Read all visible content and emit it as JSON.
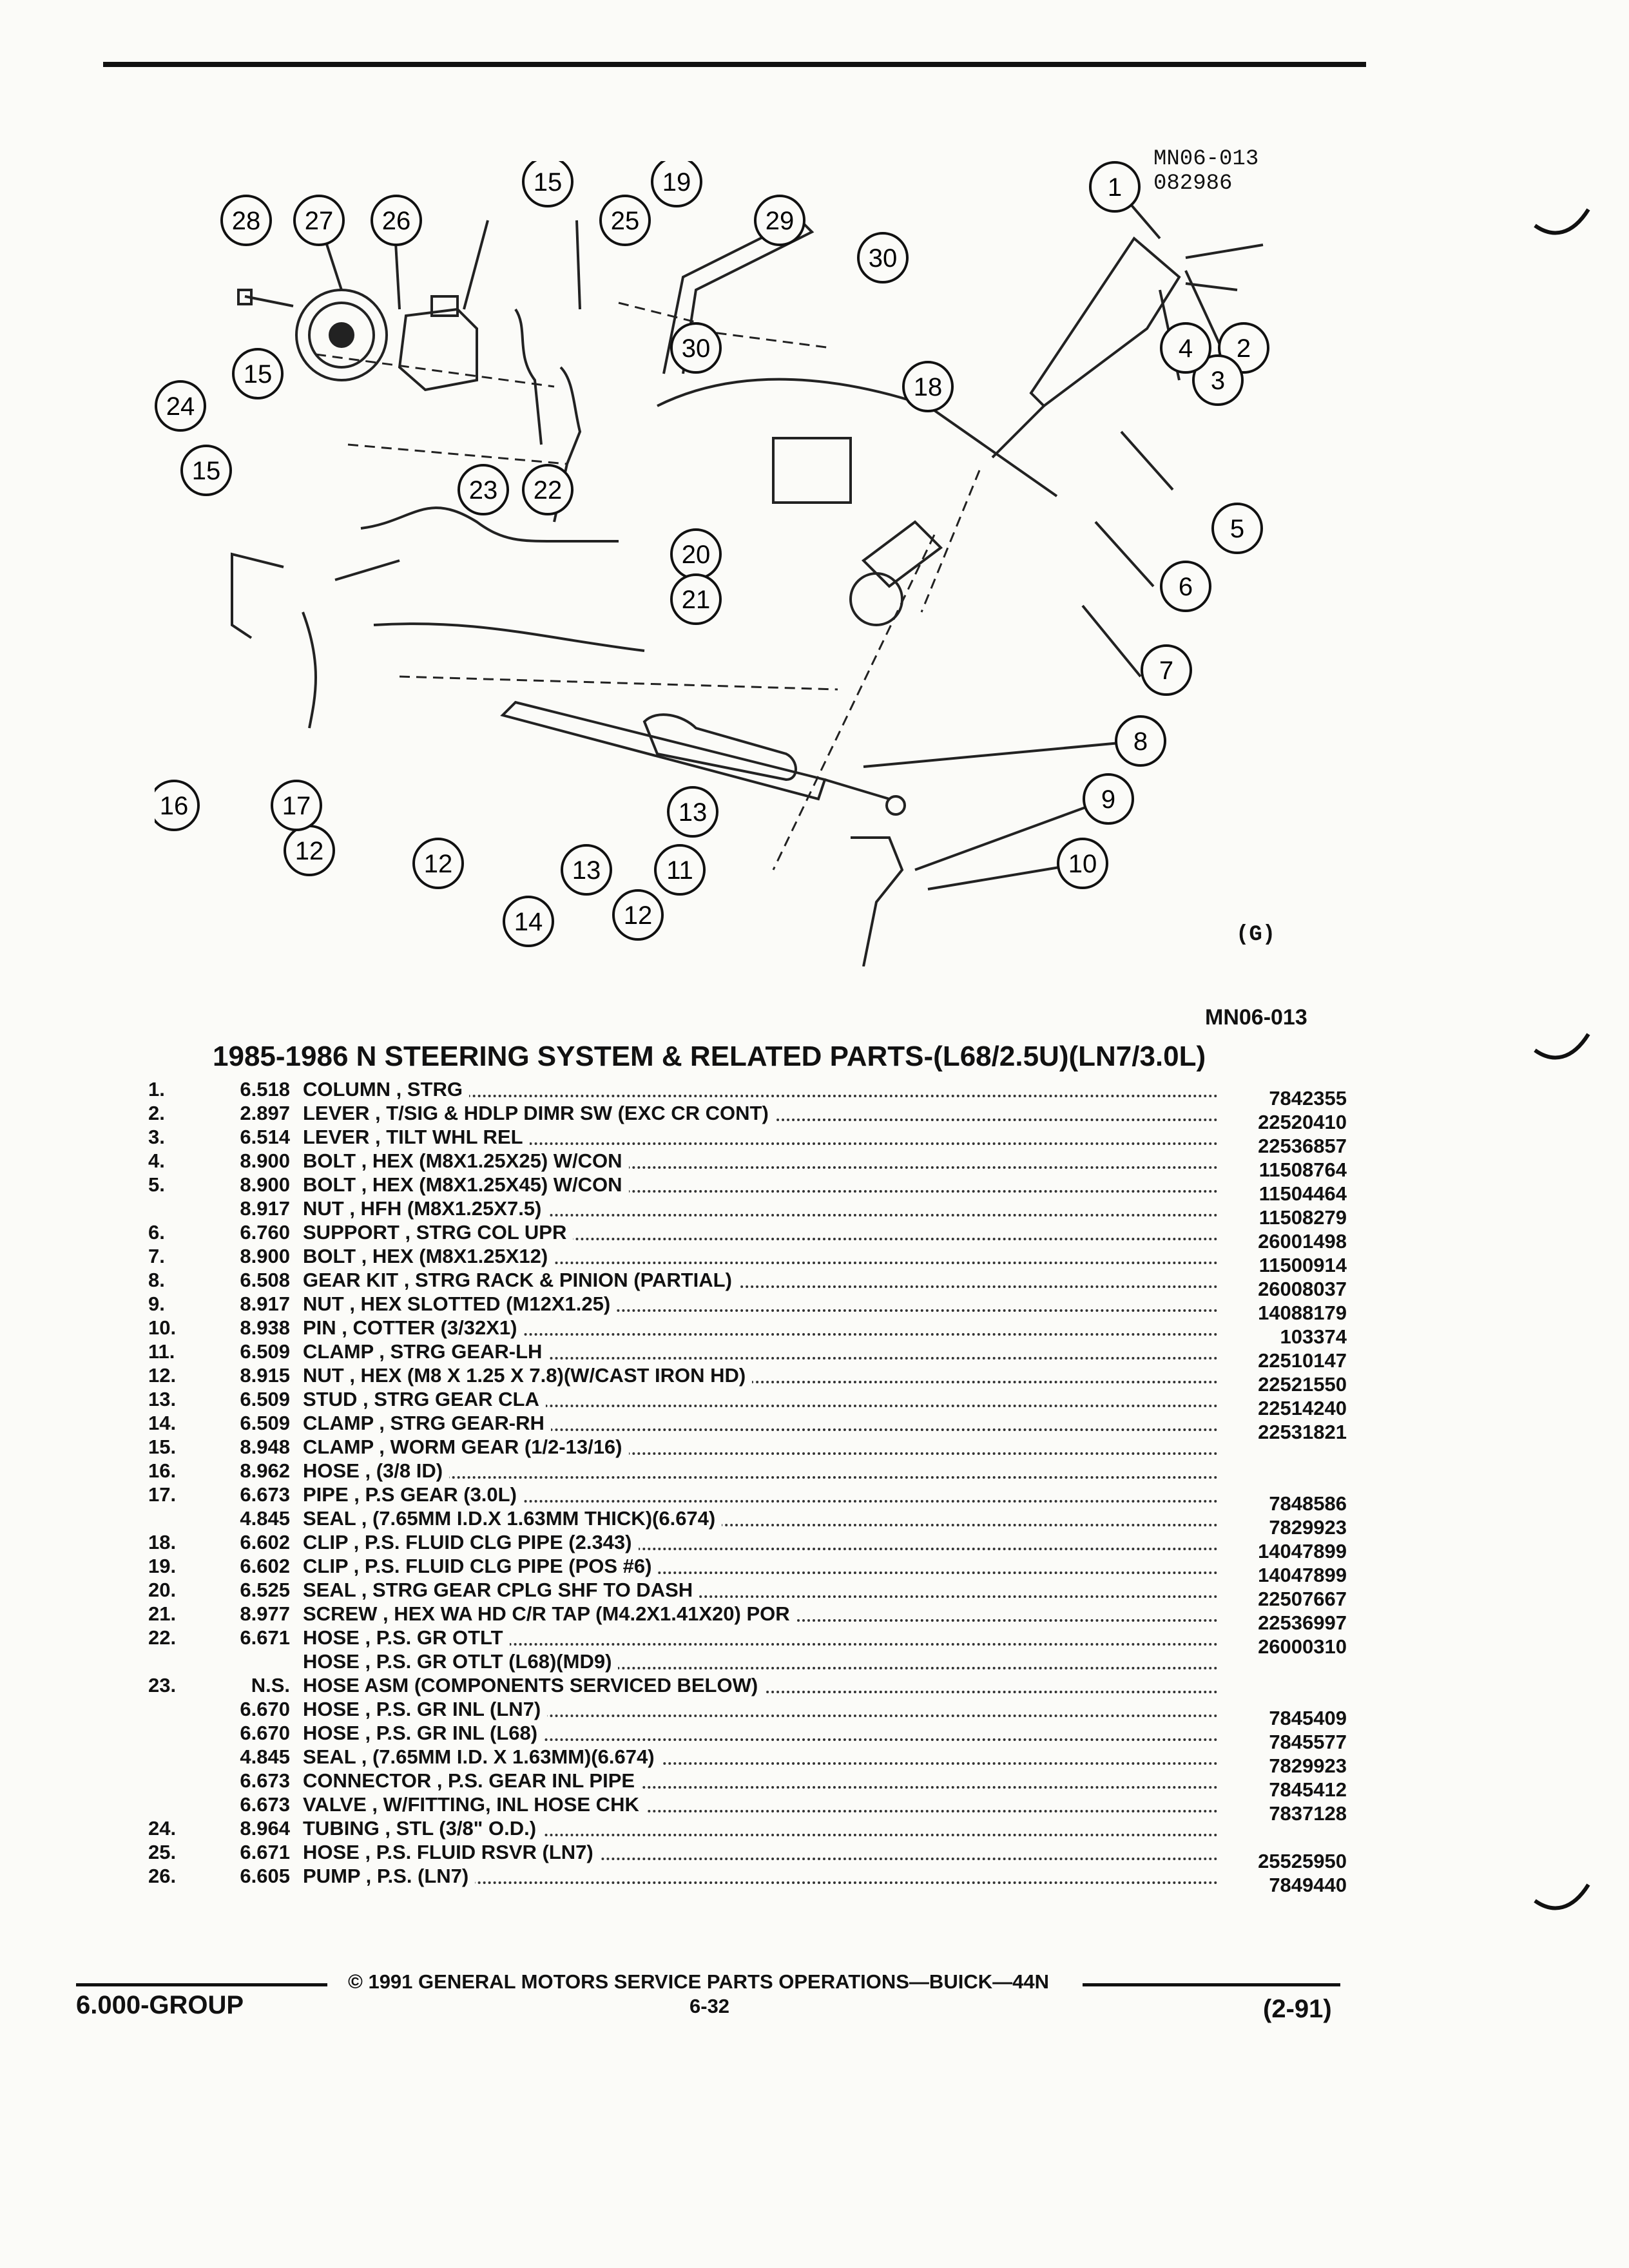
{
  "header": {
    "diagram_code_line1": "MN06-013",
    "diagram_code_line2": "082986"
  },
  "figure": {
    "callouts": [
      "1",
      "2",
      "3",
      "4",
      "5",
      "6",
      "7",
      "8",
      "9",
      "10",
      "11",
      "12",
      "12",
      "12",
      "13",
      "13",
      "14",
      "15",
      "15",
      "15",
      "16",
      "17",
      "18",
      "19",
      "20",
      "21",
      "22",
      "23",
      "24",
      "25",
      "26",
      "27",
      "28",
      "29",
      "30",
      "30"
    ],
    "code": "MN06-013",
    "mark": "G"
  },
  "title": "1985-1986 N STEERING SYSTEM & RELATED PARTS-(L68/2.5U)(LN7/3.0L)",
  "parts": [
    {
      "num": "1.",
      "grp": "6.518",
      "desc": "COLUMN , STRG",
      "pn": "7842355"
    },
    {
      "num": "2.",
      "grp": "2.897",
      "desc": "LEVER , T/SIG & HDLP DIMR SW (EXC CR CONT)",
      "pn": "22520410"
    },
    {
      "num": "3.",
      "grp": "6.514",
      "desc": "LEVER , TILT WHL REL",
      "pn": "22536857"
    },
    {
      "num": "4.",
      "grp": "8.900",
      "desc": "BOLT , HEX (M8X1.25X25) W/CON",
      "pn": "11508764"
    },
    {
      "num": "5.",
      "grp": "8.900",
      "desc": "BOLT , HEX (M8X1.25X45) W/CON",
      "pn": "11504464"
    },
    {
      "num": "",
      "grp": "8.917",
      "desc": "NUT , HFH (M8X1.25X7.5)",
      "pn": "11508279"
    },
    {
      "num": "6.",
      "grp": "6.760",
      "desc": "SUPPORT , STRG COL UPR",
      "pn": "26001498"
    },
    {
      "num": "7.",
      "grp": "8.900",
      "desc": "BOLT , HEX (M8X1.25X12)",
      "pn": "11500914"
    },
    {
      "num": "8.",
      "grp": "6.508",
      "desc": "GEAR KIT , STRG RACK & PINION (PARTIAL)",
      "pn": "26008037"
    },
    {
      "num": "9.",
      "grp": "8.917",
      "desc": "NUT , HEX SLOTTED (M12X1.25)",
      "pn": "14088179"
    },
    {
      "num": "10.",
      "grp": "8.938",
      "desc": "PIN , COTTER (3/32X1)",
      "pn": "103374"
    },
    {
      "num": "11.",
      "grp": "6.509",
      "desc": "CLAMP , STRG GEAR-LH",
      "pn": "22510147"
    },
    {
      "num": "12.",
      "grp": "8.915",
      "desc": "NUT , HEX (M8 X 1.25 X 7.8)(W/CAST IRON HD)",
      "pn": "22521550"
    },
    {
      "num": "13.",
      "grp": "6.509",
      "desc": "STUD , STRG GEAR CLA",
      "pn": "22514240"
    },
    {
      "num": "14.",
      "grp": "6.509",
      "desc": "CLAMP , STRG GEAR-RH",
      "pn": "22531821"
    },
    {
      "num": "15.",
      "grp": "8.948",
      "desc": "CLAMP , WORM GEAR (1/2-13/16)",
      "pn": ""
    },
    {
      "num": "16.",
      "grp": "8.962",
      "desc": "HOSE , (3/8 ID)",
      "pn": ""
    },
    {
      "num": "17.",
      "grp": "6.673",
      "desc": "PIPE , P.S GEAR (3.0L)",
      "pn": "7848586"
    },
    {
      "num": "",
      "grp": "4.845",
      "desc": "SEAL , (7.65MM I.D.X 1.63MM THICK)(6.674)",
      "pn": "7829923"
    },
    {
      "num": "18.",
      "grp": "6.602",
      "desc": "CLIP , P.S. FLUID CLG PIPE (2.343)",
      "pn": "14047899"
    },
    {
      "num": "19.",
      "grp": "6.602",
      "desc": "CLIP , P.S. FLUID CLG PIPE (POS #6)",
      "pn": "14047899"
    },
    {
      "num": "20.",
      "grp": "6.525",
      "desc": "SEAL , STRG GEAR CPLG SHF TO DASH",
      "pn": "22507667"
    },
    {
      "num": "21.",
      "grp": "8.977",
      "desc": "SCREW , HEX WA HD C/R TAP (M4.2X1.41X20) POR",
      "pn": "22536997"
    },
    {
      "num": "22.",
      "grp": "6.671",
      "desc": "HOSE , P.S. GR OTLT",
      "pn": "26000310"
    },
    {
      "num": "",
      "grp": "",
      "desc": "HOSE , P.S. GR OTLT (L68)(MD9)",
      "pn": ""
    },
    {
      "num": "23.",
      "grp": "N.S.",
      "desc": "HOSE ASM (COMPONENTS SERVICED BELOW)",
      "pn": ""
    },
    {
      "num": "",
      "grp": "6.670",
      "desc": "HOSE , P.S. GR INL (LN7)",
      "pn": "7845409"
    },
    {
      "num": "",
      "grp": "6.670",
      "desc": "HOSE , P.S. GR INL (L68)",
      "pn": "7845577"
    },
    {
      "num": "",
      "grp": "4.845",
      "desc": "SEAL , (7.65MM I.D. X 1.63MM)(6.674)",
      "pn": "7829923"
    },
    {
      "num": "",
      "grp": "6.673",
      "desc": "CONNECTOR , P.S. GEAR INL PIPE",
      "pn": "7845412"
    },
    {
      "num": "",
      "grp": "6.673",
      "desc": "VALVE , W/FITTING, INL HOSE CHK",
      "pn": "7837128"
    },
    {
      "num": "24.",
      "grp": "8.964",
      "desc": "TUBING , STL (3/8\" O.D.)",
      "pn": ""
    },
    {
      "num": "25.",
      "grp": "6.671",
      "desc": "HOSE , P.S. FLUID RSVR (LN7)",
      "pn": "25525950"
    },
    {
      "num": "26.",
      "grp": "6.605",
      "desc": "PUMP , P.S. (LN7)",
      "pn": "7849440"
    }
  ],
  "footer": {
    "copyright": "© 1991 GENERAL MOTORS SERVICE PARTS OPERATIONS—BUICK—44N",
    "group": "6.000-GROUP",
    "page": "6-32",
    "date": "(2-91)"
  }
}
